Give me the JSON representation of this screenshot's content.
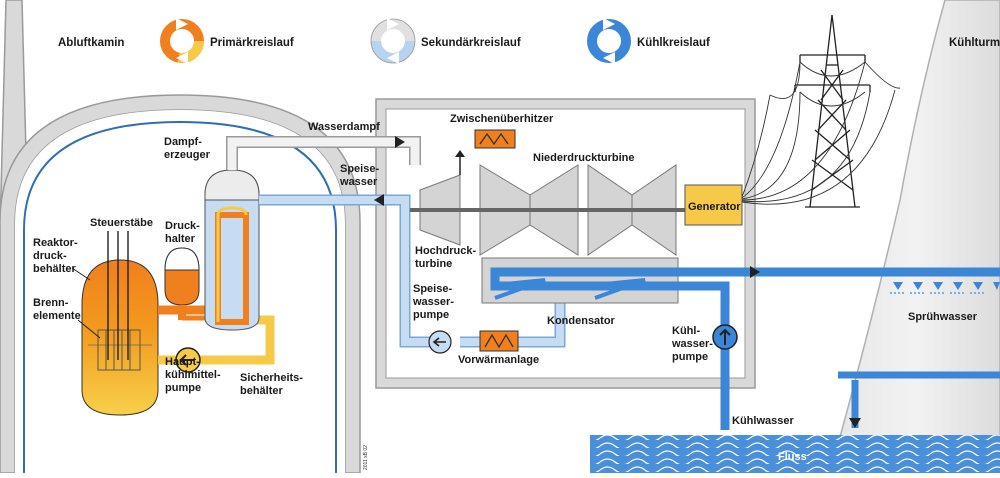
{
  "legend": {
    "exhaust_stack": "Abluftkamin",
    "primary_loop": "Primärkreislauf",
    "secondary_loop": "Sekundärkreislauf",
    "cooling_loop": "Kühlkreislauf",
    "cooling_tower": "Kühlturm"
  },
  "labels": {
    "steam_generator": [
      "Dampf-",
      "erzeuger"
    ],
    "live_steam": "Wasserdampf",
    "reheater": "Zwischenüberhitzer",
    "lp_turbine": "Niederdruckturbine",
    "feedwater": [
      "Speise-",
      "wasser"
    ],
    "generator": "Generator",
    "control_rods": "Steuerstäbe",
    "pressurizer": [
      "Druck-",
      "halter"
    ],
    "rpv": [
      "Reaktor-",
      "druck-",
      "behälter"
    ],
    "fuel": [
      "Brenn-",
      "elemente"
    ],
    "hp_turbine": [
      "Hochdruck-",
      "turbine"
    ],
    "feed_pump": [
      "Speise-",
      "wasser-",
      "pumpe"
    ],
    "condenser": "Kondensator",
    "main_coolant_pump": [
      "Haupt-",
      "kühlmittel-",
      "pumpe"
    ],
    "containment": [
      "Sicherheits-",
      "behälter"
    ],
    "preheater": "Vorwärmanlage",
    "cw_pump": [
      "Kühl-",
      "wasser-",
      "pumpe"
    ],
    "spray": "Sprühwasser",
    "cooling_water": "Kühlwasser",
    "river": "Fluss",
    "credit": "2011 sB 02"
  },
  "colors": {
    "primary_orange": "#f07f1e",
    "primary_yellow": "#f7c948",
    "secondary_light": "#c5dcf2",
    "cooling_blue": "#3b86d6",
    "steam_white": "#ececec",
    "building_gray": "#d9d9d9",
    "river_blue": "#4a8fd9"
  }
}
